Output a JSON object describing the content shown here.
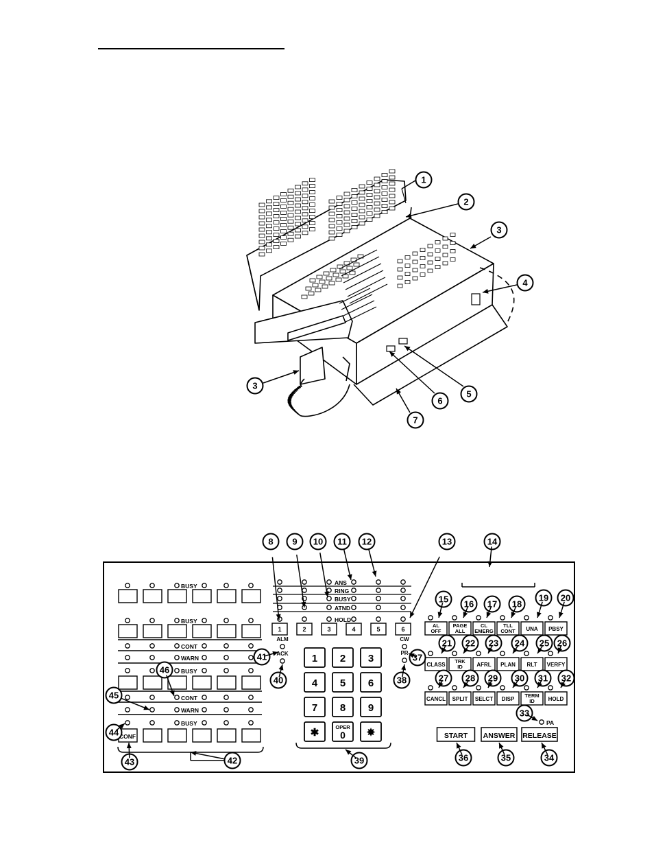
{
  "console_callouts": [
    "1",
    "2",
    "3",
    "4",
    "5",
    "6",
    "7",
    "3"
  ],
  "panel": {
    "left_labels": [
      "BUSY",
      "BUSY",
      "CONT",
      "WARN",
      "BUSY",
      "CONT",
      "WARN",
      "BUSY"
    ],
    "conf_key": "CONF",
    "indicator_labels": [
      "ANS",
      "RING",
      "BUSY",
      "ATND",
      "HOLD"
    ],
    "position_keys": [
      "1",
      "2",
      "3",
      "4",
      "5",
      "6"
    ],
    "alm_label": "ALM",
    "ack_label": "ACK",
    "cw_label": "CW",
    "pr_label": "PR",
    "keypad": [
      "1",
      "2",
      "3",
      "4",
      "5",
      "6",
      "7",
      "8",
      "9",
      "✱",
      "0",
      "✸"
    ],
    "oper_label": "OPER",
    "function_keys_row1": [
      "AL OFF",
      "PAGE ALL",
      "CL EMERG",
      "TLL CONT",
      "UNA",
      "PBSY"
    ],
    "function_keys_row2": [
      "CLASS",
      "TRK ID",
      "AFRL",
      "PLAN",
      "RLT",
      "VERFY"
    ],
    "function_keys_row3": [
      "CANCL",
      "SPLIT",
      "SELCT",
      "DISP",
      "TERM ID",
      "HOLD"
    ],
    "pa_label": "PA",
    "bottom_keys": [
      "START",
      "ANSWER",
      "RELEASE"
    ]
  },
  "panel_callouts": [
    "8",
    "9",
    "10",
    "11",
    "12",
    "13",
    "14",
    "15",
    "16",
    "17",
    "18",
    "19",
    "20",
    "21",
    "22",
    "23",
    "24",
    "25",
    "26",
    "27",
    "28",
    "29",
    "30",
    "31",
    "32",
    "33",
    "34",
    "35",
    "36",
    "37",
    "38",
    "39",
    "40",
    "41",
    "42",
    "43",
    "44",
    "45",
    "46"
  ]
}
